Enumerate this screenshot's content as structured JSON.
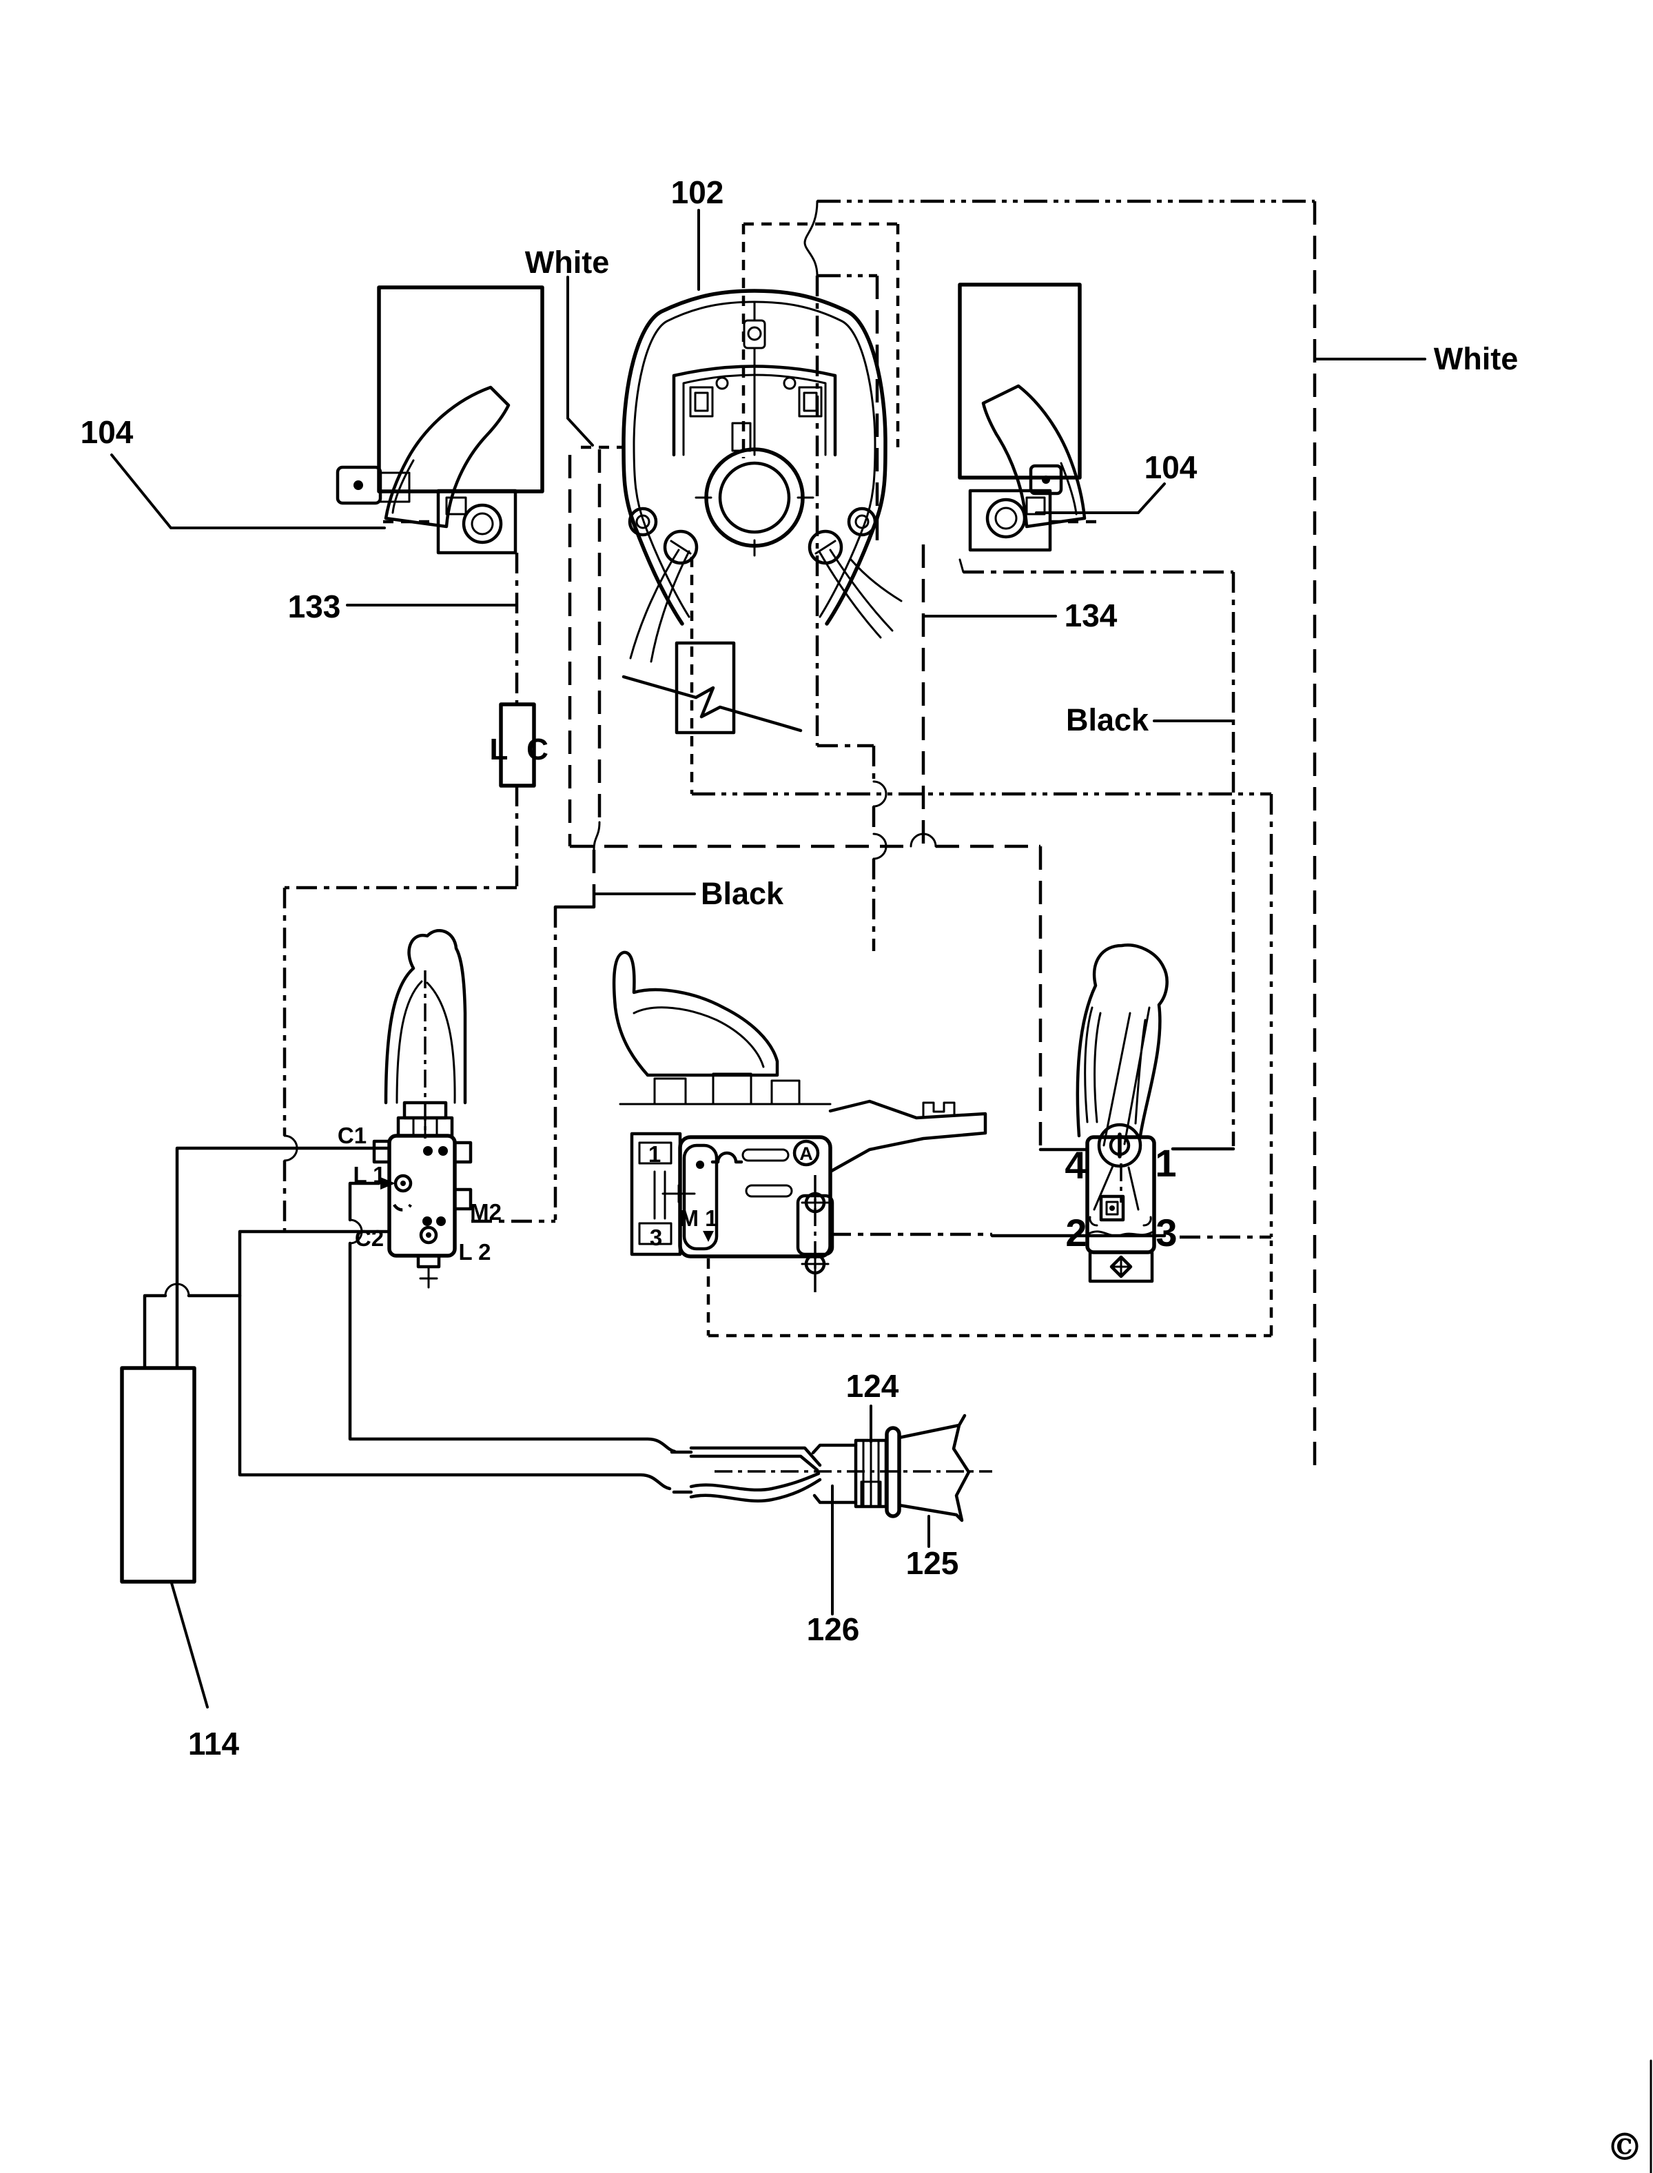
{
  "colors": {
    "ink": "#000000",
    "paper": "#ffffff"
  },
  "callouts": {
    "motor_field": "102",
    "white_top": "White",
    "white_right": "White",
    "brush_left": "104",
    "brush_right": "104",
    "lead_133": "133",
    "lead_134": "134",
    "black_right": "Black",
    "black_center": "Black",
    "cord_bushing": "124",
    "cord_plug": "125",
    "cord_jacket": "126",
    "suppressor_box": "114"
  },
  "left_switch_terminals": {
    "c1": "C1",
    "l1": "L 1",
    "c2": "C2",
    "m2": "M2",
    "l2": "L 2"
  },
  "center_switch": {
    "pin1": "1",
    "m1": "M 1",
    "pin3": "3",
    "badge": "A"
  },
  "right_switch_terminals": {
    "pin4": "4",
    "pin1": "1",
    "pin2": "2",
    "pin3": "3"
  },
  "inductor_marks": {
    "left": "L",
    "right": "C"
  },
  "page": {
    "copyright": "©"
  }
}
